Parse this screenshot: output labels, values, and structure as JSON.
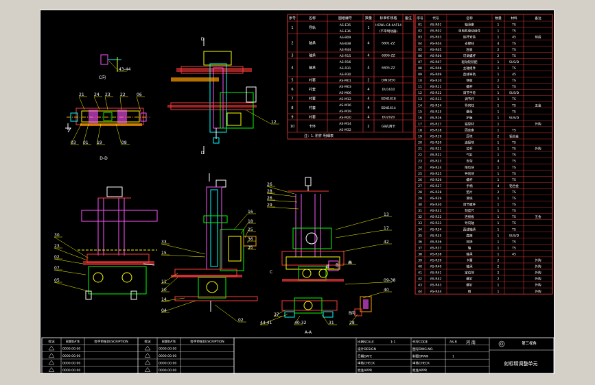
{
  "parts_table": {
    "headers": [
      "序号",
      "名称",
      "图纸编号",
      "数量",
      "标准件规格",
      "备注"
    ],
    "rows": [
      {
        "no": "1",
        "name": "导轨",
        "codes": [
          "AS-E35",
          "AS-E36"
        ],
        "qty": "1",
        "spec": "HGWL-C4-4AF14",
        "spec2": "(不带制动器)"
      },
      {
        "no": "2",
        "name": "轴承",
        "codes": [
          "AS-B09",
          "AS-B38",
          "AS-R44"
        ],
        "qty": "4",
        "spec": "6801-ZZ"
      },
      {
        "no": "3",
        "name": "轴承",
        "codes": [
          "AS-R15"
        ],
        "qty": "4",
        "spec": "6806-ZZ"
      },
      {
        "no": "4",
        "name": "轴承",
        "codes": [
          "AS-R16",
          "AS-R31",
          "AS-R30"
        ],
        "qty": "4",
        "spec": "6805-ZZ"
      },
      {
        "no": "5",
        "name": "衬套",
        "codes": [
          "AS-M01"
        ],
        "qty": "2",
        "spec": "DIN1850"
      },
      {
        "no": "6",
        "name": "衬套",
        "codes": [
          "AS-M03",
          "AS-M06"
        ],
        "qty": "4",
        "spec": "DU1610"
      },
      {
        "no": "7",
        "name": "衬套",
        "codes": [
          "AS-M12"
        ],
        "qty": "4",
        "spec": "SDN1818"
      },
      {
        "no": "8",
        "name": "衬套",
        "codes": [
          "AS-M16",
          "AS-M19"
        ],
        "qty": "4",
        "spec": "SDN1614"
      },
      {
        "no": "9",
        "name": "衬套",
        "codes": [
          "AS-M20"
        ],
        "qty": "4",
        "spec": "DU2020"
      },
      {
        "no": "10",
        "name": "卡环",
        "codes": [
          "AS-M14",
          "AS-M32"
        ],
        "qty": "2",
        "spec": "GB孔用卡"
      }
    ],
    "footnote": "注：1. 附件 明细表"
  },
  "bom_table": {
    "headers": [
      "序号",
      "代号",
      "名称",
      "数量",
      "材料",
      "备注"
    ],
    "rows": [
      [
        "01",
        "AS-R01",
        "轴承座",
        "1",
        "TS",
        ""
      ],
      [
        "02",
        "AS-R02",
        "单电机驱动组件",
        "1",
        "TS",
        ""
      ],
      [
        "03",
        "AS-R03",
        "连杆安装",
        "1",
        "45",
        "前后"
      ],
      [
        "04",
        "AS-R04",
        "支撑柱",
        "4",
        "TS",
        ""
      ],
      [
        "05",
        "AS-R05",
        "压板",
        "2",
        "TS",
        ""
      ],
      [
        "06",
        "AS-R06",
        "可调螺杆",
        "2",
        "TS",
        ""
      ],
      [
        "07",
        "AS-R07",
        "驱动轮装配",
        "1",
        "SUS/D",
        ""
      ],
      [
        "08",
        "AS-R08",
        "主轴组件",
        "1",
        "TS",
        ""
      ],
      [
        "09",
        "AS-R09",
        "直线导轨",
        "1",
        "45",
        ""
      ],
      [
        "10",
        "AS-R10",
        "侧板",
        "2",
        "TS",
        ""
      ],
      [
        "11",
        "AS-R11",
        "螺杆",
        "1",
        "TS",
        ""
      ],
      [
        "12",
        "AS-R12",
        "调节手轮",
        "1",
        "SUS/D",
        ""
      ],
      [
        "13",
        "AS-R13",
        "调节杆",
        "1",
        "TS",
        ""
      ],
      [
        "14",
        "AS-R14",
        "导向柱",
        "1",
        "TS",
        "五金"
      ],
      [
        "15",
        "AS-R15",
        "螺母",
        "1",
        "TS",
        ""
      ],
      [
        "16",
        "AS-R16",
        "护板",
        "1",
        "SUS/D",
        ""
      ],
      [
        "17",
        "AS-R17",
        "铝型材",
        "1",
        "",
        "外购"
      ],
      [
        "18",
        "AS-R18",
        "固定座",
        "1",
        "TS",
        ""
      ],
      [
        "19",
        "AS-R19",
        "压块",
        "2",
        "铝合金",
        ""
      ],
      [
        "20",
        "AS-R20",
        "连接块",
        "1",
        "TS",
        ""
      ],
      [
        "21",
        "AS-R21",
        "拉杆",
        "1",
        "TS",
        "外购"
      ],
      [
        "22",
        "AS-R22",
        "气缸",
        "1",
        "TS",
        ""
      ],
      [
        "23",
        "AS-R23",
        "支架",
        "4",
        "TS",
        ""
      ],
      [
        "24",
        "AS-R24",
        "限位块",
        "1",
        "TS",
        ""
      ],
      [
        "25",
        "AS-R25",
        "导向块",
        "1",
        "TS",
        ""
      ],
      [
        "26",
        "AS-R26",
        "螺杆",
        "1",
        "TS",
        ""
      ],
      [
        "27",
        "AS-R27",
        "手柄",
        "4",
        "铝合金",
        ""
      ],
      [
        "28",
        "AS-R28",
        "垫片",
        "2",
        "TS",
        ""
      ],
      [
        "29",
        "AS-R29",
        "滑块",
        "1",
        "TS",
        ""
      ],
      [
        "30",
        "AS-R30",
        "调节螺杆",
        "1",
        "TS",
        ""
      ],
      [
        "31",
        "AS-R31",
        "刻度尺",
        "1",
        "TS",
        ""
      ],
      [
        "32",
        "AS-R32",
        "连接板",
        "1",
        "TS",
        "五金"
      ],
      [
        "33",
        "AS-R33",
        "导向轴",
        "1",
        "TS",
        ""
      ],
      [
        "34",
        "AS-R34",
        "直线轴承",
        "1",
        "TS",
        ""
      ],
      [
        "35",
        "AS-R35",
        "底座",
        "1",
        "SUS/D",
        ""
      ],
      [
        "36",
        "AS-R36",
        "挡块",
        "1",
        "TS",
        ""
      ],
      [
        "37",
        "AS-R37",
        "轴",
        "1",
        "TS",
        ""
      ],
      [
        "38",
        "AS-R38",
        "轴承",
        "1",
        "45",
        ""
      ],
      [
        "39",
        "AS-R39",
        "卡簧",
        "2",
        "",
        "外购"
      ],
      [
        "40",
        "AS-R40",
        "轴承",
        "2",
        "",
        "外购"
      ],
      [
        "41",
        "AS-R41",
        "定位块",
        "2",
        "",
        "外购"
      ],
      [
        "42",
        "AS-R42",
        "螺钉",
        "2",
        "",
        "外购"
      ],
      [
        "43",
        "AS-R43",
        "螺钉",
        "1",
        "",
        "外购"
      ],
      [
        "44",
        "AS-R44",
        "销",
        "1",
        "",
        "外购"
      ]
    ]
  },
  "title_block": {
    "rev_headers": [
      "标记",
      "日期DATE",
      "签字审核DESCRIPTION"
    ],
    "rev_dates": [
      "0000.00.00",
      "0000.00.00",
      "0000.00.00",
      "0000.00.00"
    ],
    "scale_label": "比例SCALE",
    "scale_value": "1:1",
    "design_label": "设计DESIGN",
    "drawing_no_label": "图号DWG.NO.",
    "draw_label": "制图DRAW",
    "check_label": "审核CHECK",
    "date_label": "日期DATE",
    "approve_label": "批准APPR",
    "code_label": "代号CODE",
    "code_value": "AS-R",
    "sheet_value": "1",
    "company": "河 南",
    "projection": "第三视角",
    "title": "射标精调整单元"
  },
  "view_labels": {
    "top_view": "D",
    "section_dd": "D-D",
    "view_c": "C向",
    "view_b": "B向",
    "section_aa": "A-A",
    "letter_a": "A",
    "letter_b": "B",
    "letter_c": "C",
    "letter_d": "D"
  },
  "balloons": {
    "topleft": [
      "21",
      "24",
      "23",
      "22",
      "06",
      "03",
      "01",
      "19",
      "08"
    ],
    "front": [
      "30",
      "23",
      "02",
      "07",
      "05"
    ],
    "side": [
      "33",
      "15",
      "11",
      "10",
      "14",
      "04",
      "02",
      "16",
      "18",
      "25",
      "36",
      "35"
    ],
    "right": [
      "26",
      "28",
      "26",
      "29",
      "13",
      "17",
      "42",
      "B",
      "A",
      "09-38",
      "40",
      "37",
      "44-41",
      "40-32",
      "31",
      "28"
    ],
    "top": [
      "12"
    ],
    "c_view": [
      "43-44"
    ]
  },
  "colors": {
    "background": "#000000",
    "line_white": "#ffffff",
    "line_red": "#ff3b3b",
    "line_yellow": "#ffff00",
    "line_green": "#00ff00",
    "line_cyan": "#00ffff",
    "line_magenta": "#ff55ff",
    "line_orange": "#ff9f00"
  }
}
